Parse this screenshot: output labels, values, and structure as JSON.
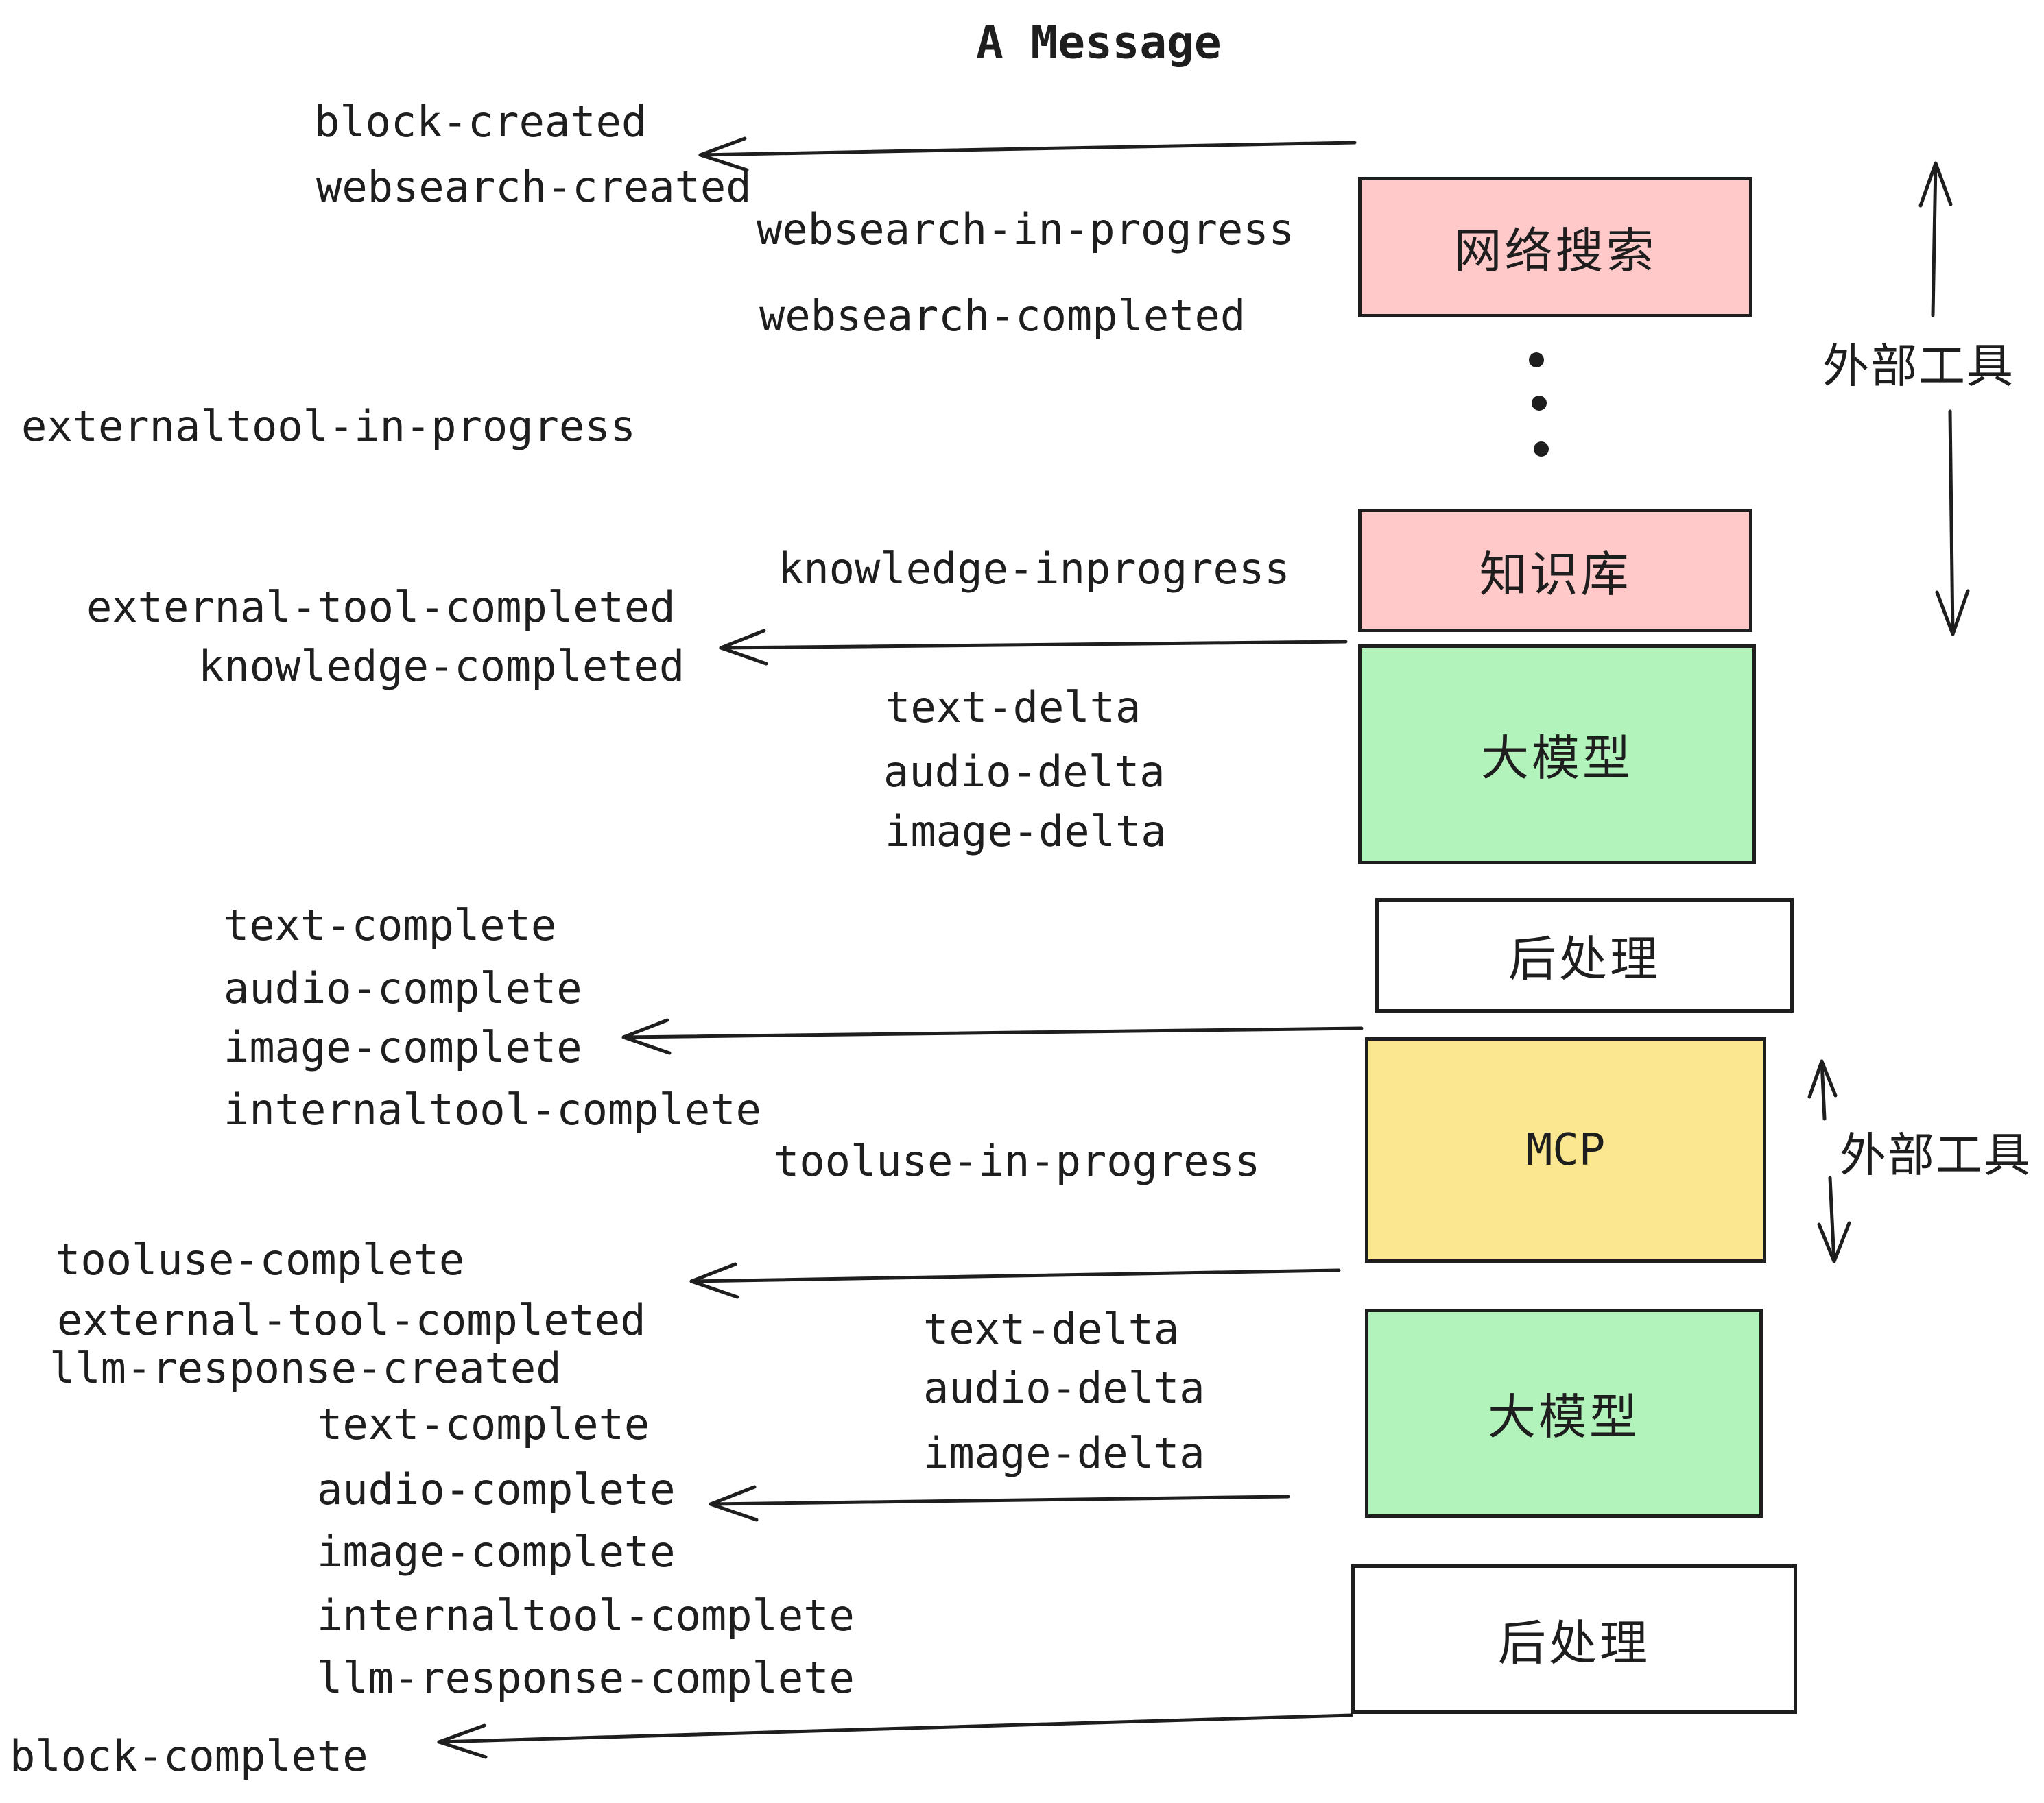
{
  "title": "A Message",
  "colors": {
    "ink": "#1e1e1e",
    "pink_box": "#ffc9c9",
    "green_box": "#b2f2bb",
    "yellow_box": "#fbe790",
    "white_box": "#ffffff"
  },
  "boxes": [
    {
      "label": "网络搜索",
      "color": "pink"
    },
    {
      "label": "知识库",
      "color": "pink"
    },
    {
      "label": "大模型",
      "color": "green"
    },
    {
      "label": "后处理",
      "color": "white"
    },
    {
      "label": "MCP",
      "color": "yellow"
    },
    {
      "label": "大模型",
      "color": "green"
    },
    {
      "label": "后处理",
      "color": "white"
    }
  ],
  "side_labels": [
    {
      "text": "外部工具"
    },
    {
      "text": "外部工具"
    }
  ],
  "icons": {
    "vertical_ellipsis": "vertical-ellipsis-dots",
    "arrows": "left-arrow, up-arrow, down-arrow, diagonal-left-arrow"
  },
  "events": [
    {
      "text": "block-created"
    },
    {
      "text": "websearch-created"
    },
    {
      "text": "websearch-in-progress"
    },
    {
      "text": "websearch-completed"
    },
    {
      "text": "externaltool-in-progress"
    },
    {
      "text": "knowledge-inprogress"
    },
    {
      "text": "external-tool-completed"
    },
    {
      "text": "knowledge-completed"
    },
    {
      "text": "text-delta"
    },
    {
      "text": "audio-delta"
    },
    {
      "text": "image-delta"
    },
    {
      "text": "text-complete"
    },
    {
      "text": "audio-complete"
    },
    {
      "text": "image-complete"
    },
    {
      "text": "internaltool-complete"
    },
    {
      "text": "tooluse-in-progress"
    },
    {
      "text": "tooluse-complete"
    },
    {
      "text": "external-tool-completed"
    },
    {
      "text": "llm-response-created"
    },
    {
      "text": "text-delta"
    },
    {
      "text": "audio-delta"
    },
    {
      "text": "image-delta"
    },
    {
      "text": "text-complete"
    },
    {
      "text": "audio-complete"
    },
    {
      "text": "image-complete"
    },
    {
      "text": "internaltool-complete"
    },
    {
      "text": "llm-response-complete"
    },
    {
      "text": "block-complete"
    }
  ]
}
